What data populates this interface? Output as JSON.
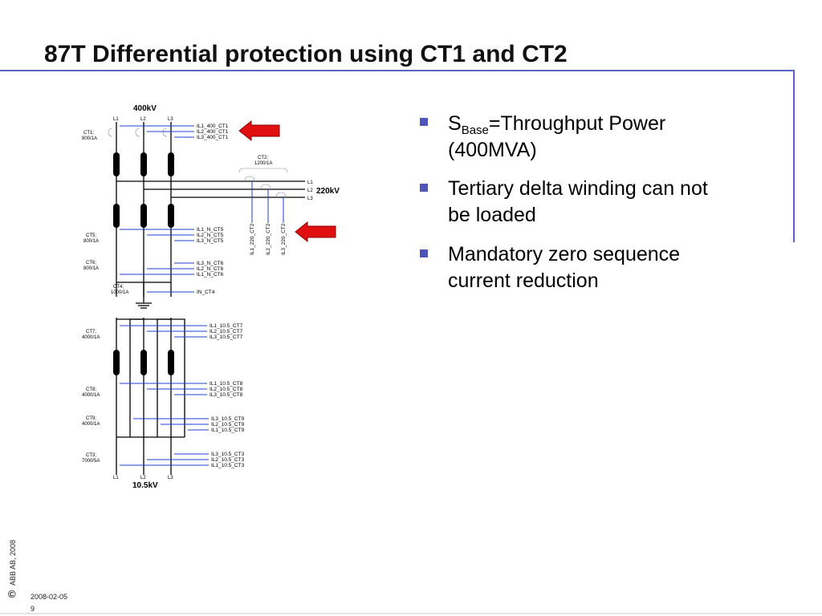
{
  "slide": {
    "title": "87T Differential protection using CT1 and CT2",
    "bullets": [
      {
        "main": "S",
        "sub": "Base",
        "rest": "=Throughput Power (400MVA)",
        "line1_rest": "=Throughput Power",
        "line2": "(400MVA)"
      },
      {
        "line1": "Tertiary delta winding can not",
        "line2": "be loaded"
      },
      {
        "line1": "Mandatory zero sequence",
        "line2": "current reduction"
      }
    ],
    "colors": {
      "accent": "#5b63c7",
      "bullet": "#4f55b8",
      "wire": "#000000",
      "signal": "#1f3fd8",
      "arrow": "#e01010"
    }
  },
  "diagram": {
    "bus_400": "400kV",
    "bus_220": "220kV",
    "bus_10": "10.5kV",
    "phases": [
      "L1",
      "L2",
      "L3"
    ],
    "ct1": {
      "label": "CT1;",
      "ratio": "800/1A",
      "signals": [
        "IL1_400_CT1",
        "IL2_400_CT1",
        "IL3_400_CT1"
      ]
    },
    "ct2": {
      "label": "CT2;",
      "ratio": "1200/1A",
      "signals": [
        "IL1_220_CT2",
        "IL2_220_CT2",
        "IL3_220_CT2"
      ]
    },
    "ct5": {
      "label": "CT5;",
      "ratio": "800/1A",
      "signals": [
        "IL1_N_CT5",
        "IL2_N_CT5",
        "IL3_N_CT5"
      ]
    },
    "ct6": {
      "label": "CT6;",
      "ratio": "800/1A",
      "signals": [
        "IL3_N_CT6",
        "IL2_N_CT6",
        "IL1_N_CT6"
      ]
    },
    "ct4": {
      "label": "CT4;",
      "ratio": "1000/1A",
      "signals": [
        "IN_CT4"
      ]
    },
    "ct7": {
      "label": "CT7;",
      "ratio": "4000/1A",
      "signals": [
        "IL1_10.5_CT7",
        "IL2_10.5_CT7",
        "IL3_10.5_CT7"
      ]
    },
    "ct8": {
      "label": "CT8;",
      "ratio": "4000/1A",
      "signals": [
        "IL1_10.5_CT8",
        "IL2_10.5_CT8",
        "IL3_10.5_CT8"
      ]
    },
    "ct9": {
      "label": "CT9;",
      "ratio": "4000/1A",
      "signals": [
        "IL3_10.5_CT9",
        "IL2_10.5_CT9",
        "IL1_10.5_CT9"
      ]
    },
    "ct3": {
      "label": "CT3;",
      "ratio": "7000/5A",
      "signals": [
        "IL3_10.5_CT3",
        "IL2_10.5_CT3",
        "IL1_10.5_CT3"
      ]
    }
  },
  "footer": {
    "copyright_symbol": "©",
    "company": "ABB AB, 2008",
    "date": "2008-02-05",
    "page": "9"
  }
}
